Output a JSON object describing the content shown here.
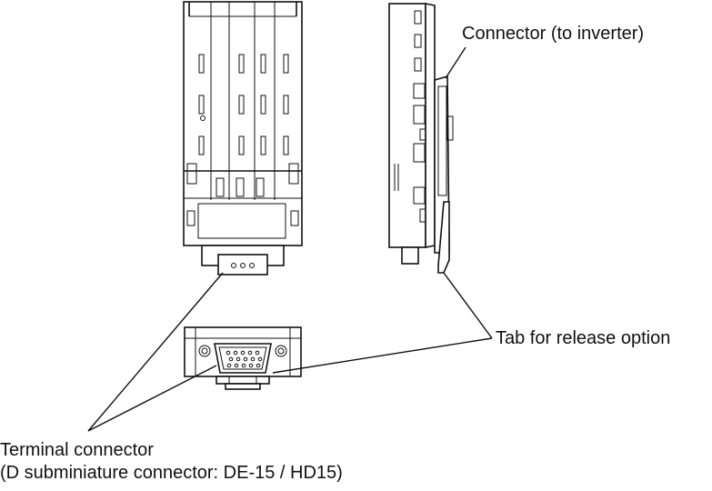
{
  "labels": {
    "connector_to_inverter": "Connector (to inverter)",
    "tab_for_release_option": "Tab for release option",
    "terminal_connector_line1": "Terminal connector",
    "terminal_connector_line2": "(D subminiature connector: DE-15 / HD15)"
  },
  "colors": {
    "line": "#111111",
    "background": "#ffffff"
  }
}
